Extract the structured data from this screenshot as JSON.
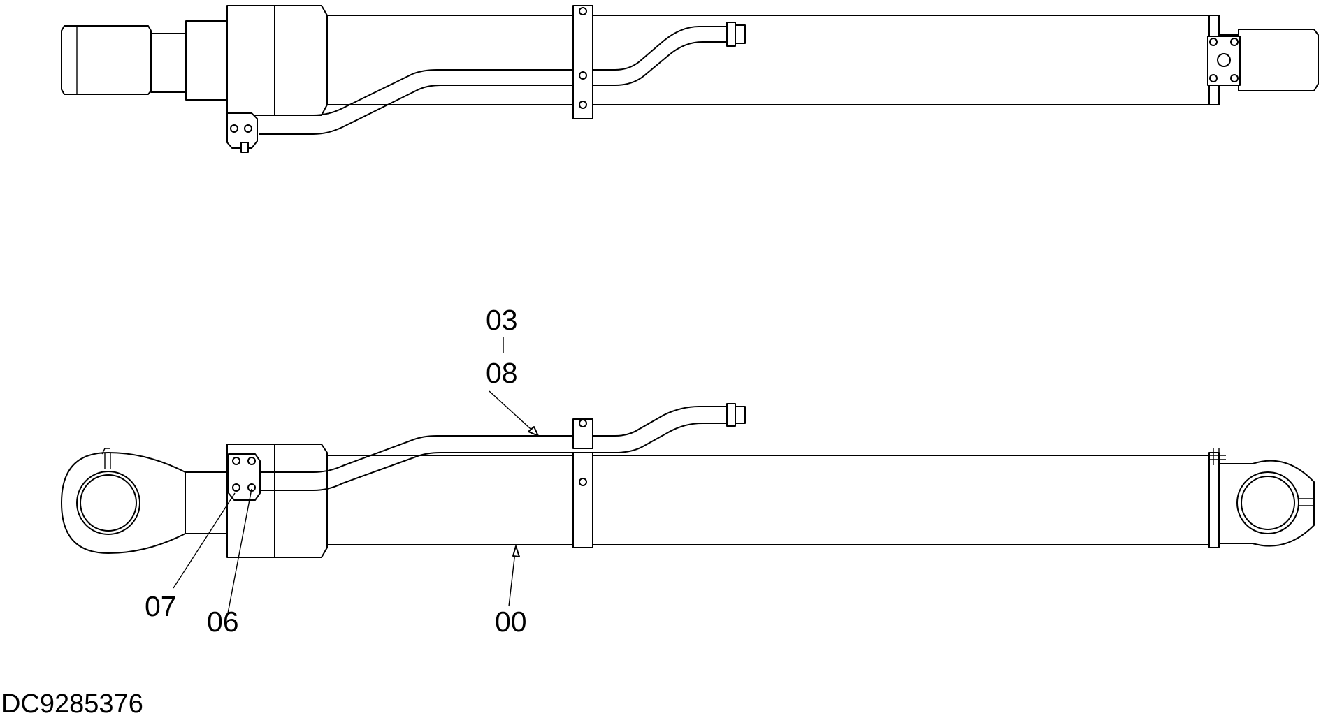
{
  "drawing": {
    "document_id": "DC9285376",
    "callouts": {
      "c03": "03",
      "c08": "08",
      "c07": "07",
      "c06": "06",
      "c00": "00"
    }
  }
}
